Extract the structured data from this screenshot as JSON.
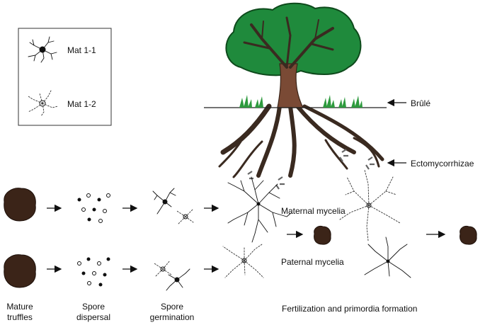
{
  "legend": {
    "mat1_1": "Mat 1-1",
    "mat1_2": "Mat 1-2"
  },
  "labels": {
    "brule": "Brûlé",
    "ectomycorrhizae": "Ectomycorrhizae",
    "maternal_mycelia": "Maternal mycelia",
    "paternal_mycelia": "Paternal mycelia"
  },
  "stages": {
    "mature_truffles": [
      "Mature",
      "truffles"
    ],
    "spore_dispersal": [
      "Spore",
      "dispersal"
    ],
    "spore_germination": [
      "Spore",
      "germination"
    ],
    "fertilization": "Fertilization and primordia formation"
  },
  "colors": {
    "canopy": "#1f8a3c",
    "canopy_outline": "#0e4a1c",
    "trunk": "#7a4a35",
    "truffle": "#3b2418",
    "grass": "#2e9a3e"
  }
}
